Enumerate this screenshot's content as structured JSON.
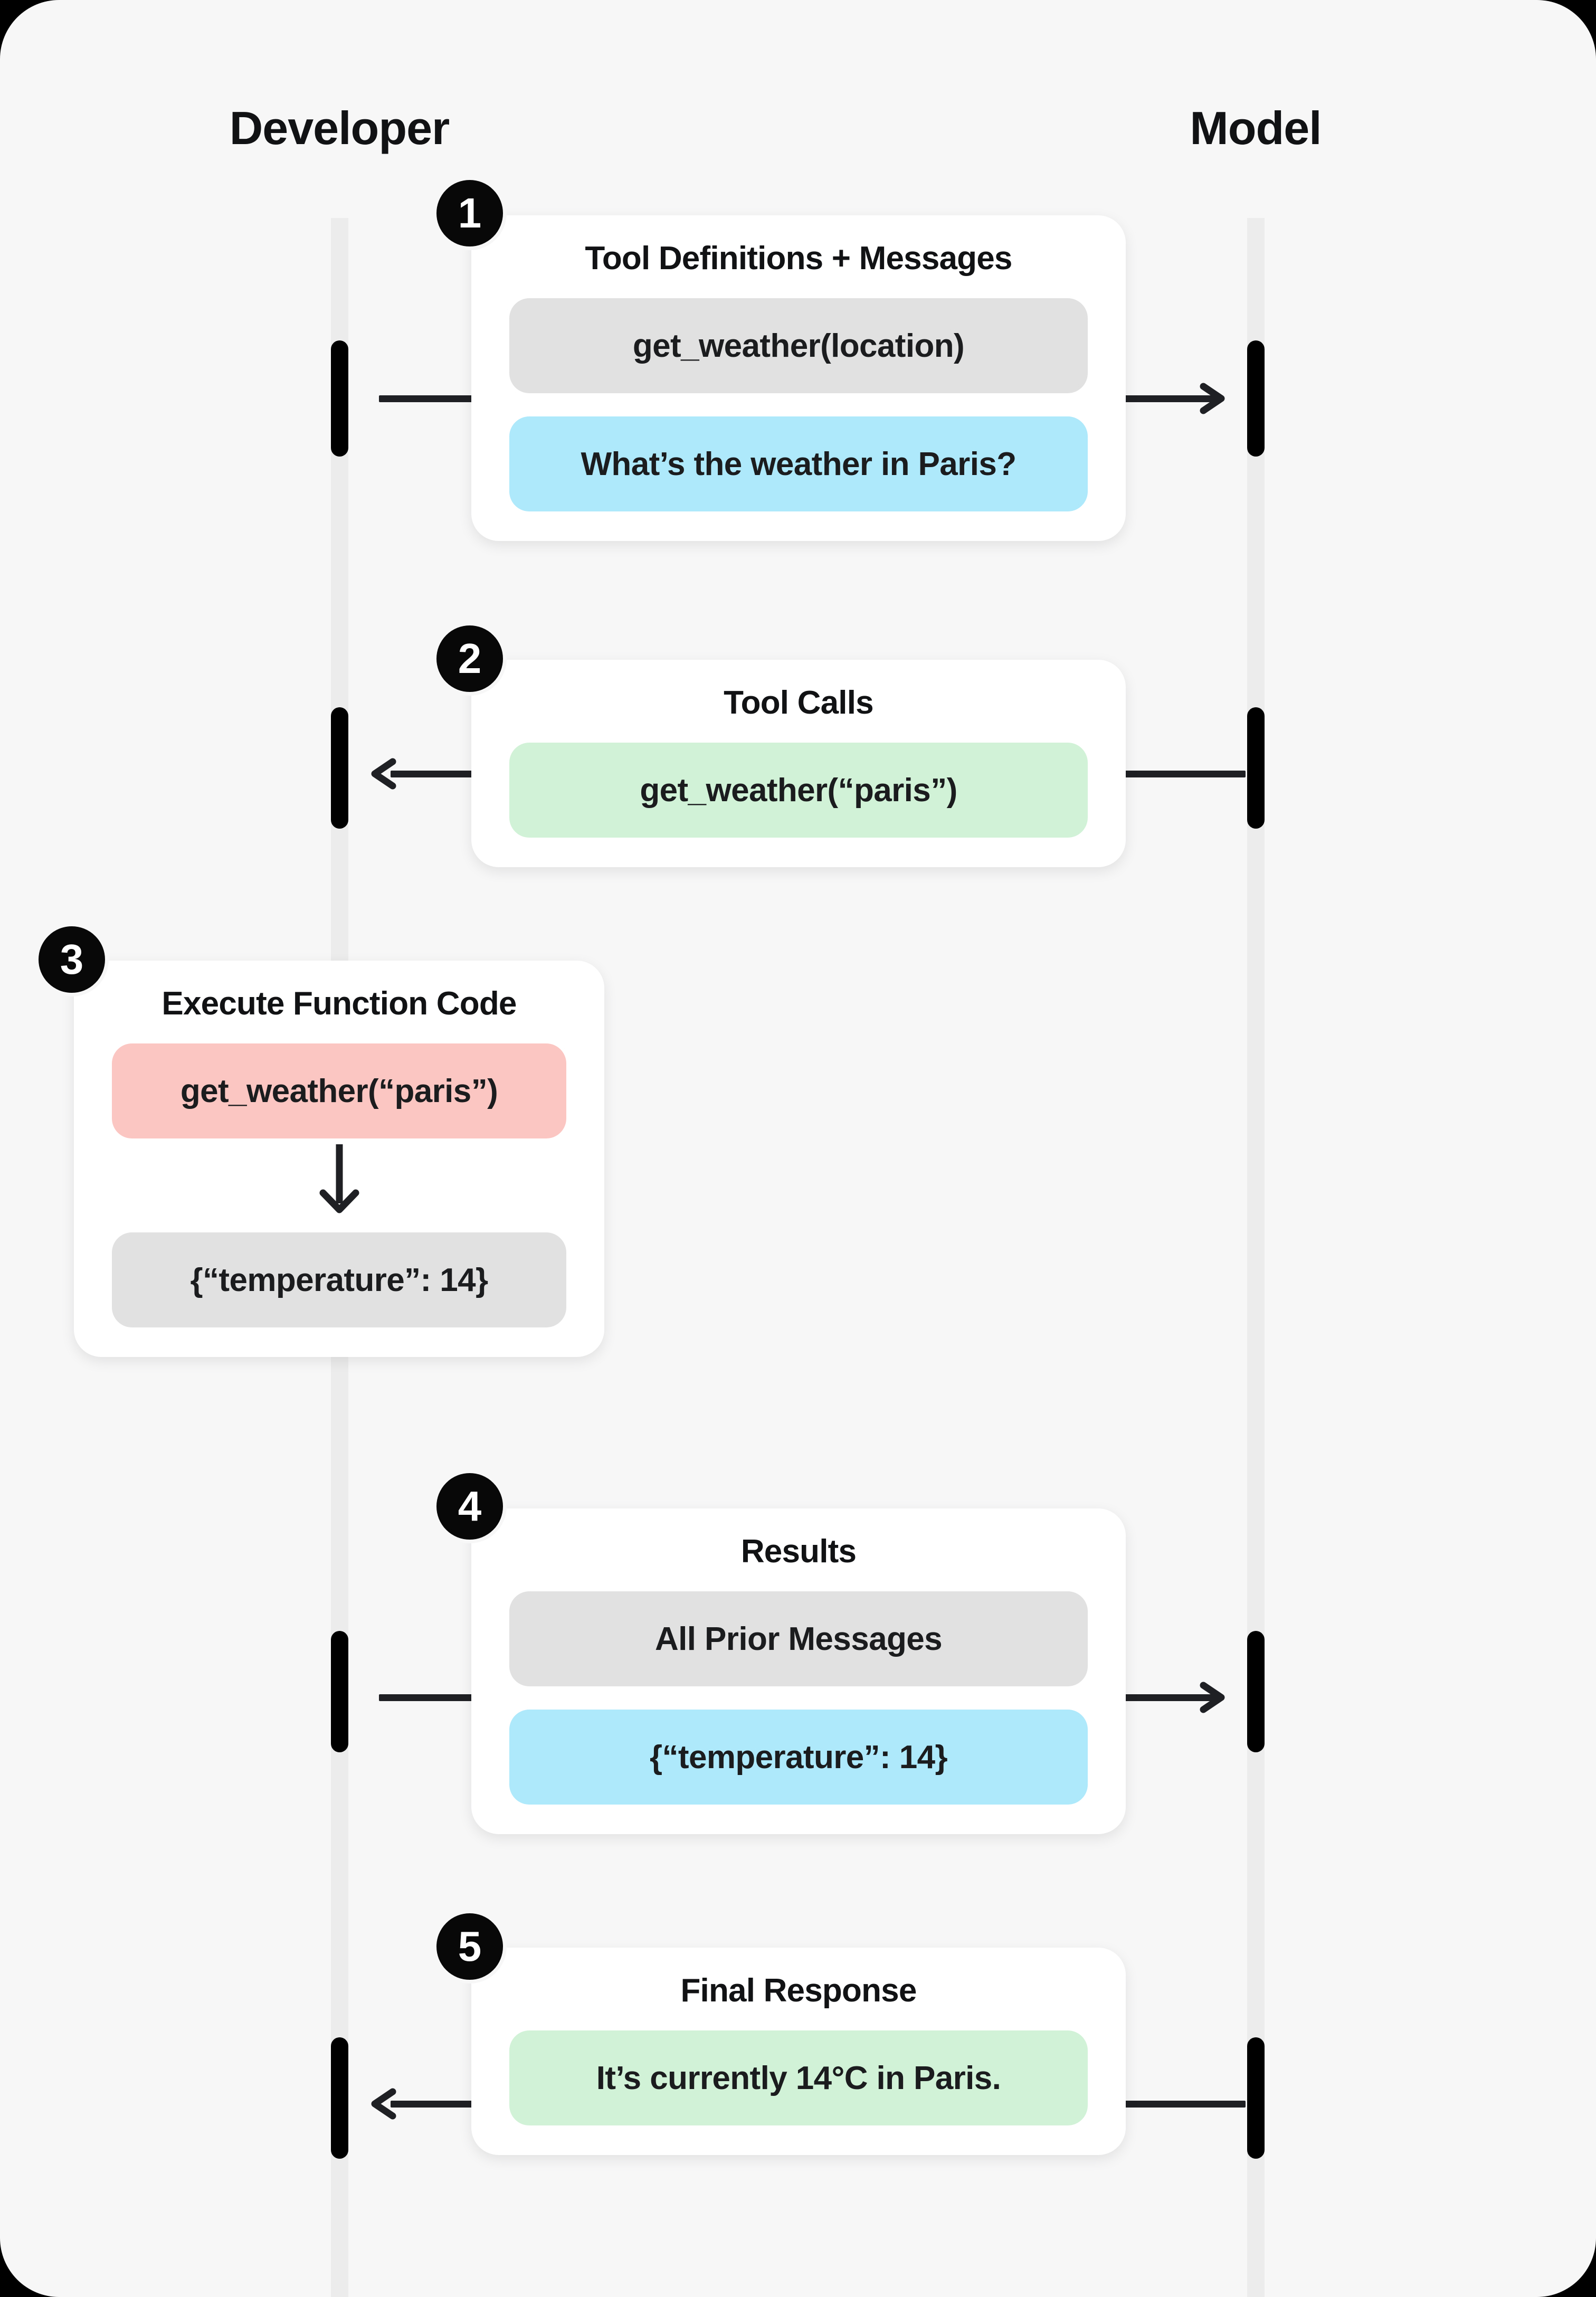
{
  "columns": {
    "left_label": "Developer",
    "right_label": "Model"
  },
  "colors": {
    "background": "#F7F7F8",
    "lifeline": "#ECECEC",
    "activation": "#000000",
    "connector": "#1F2023",
    "card": "#FFFFFF",
    "pill_gray": "#E1E1E1",
    "pill_blue": "#ADE8FB",
    "pill_green": "#D2F2D8",
    "pill_pink": "#FBC6C2",
    "badge": "#080808",
    "text": "#111214"
  },
  "steps": [
    {
      "number": "1",
      "title": "Tool Definitions + Messages",
      "direction": "right",
      "pills": [
        {
          "text": "get_weather(location)",
          "color": "gray"
        },
        {
          "text": "What’s the weather in Paris?",
          "color": "blue"
        }
      ]
    },
    {
      "number": "2",
      "title": "Tool Calls",
      "direction": "left",
      "pills": [
        {
          "text": "get_weather(“paris”)",
          "color": "green"
        }
      ]
    },
    {
      "number": "3",
      "title": "Execute Function Code",
      "direction": "none",
      "pills": [
        {
          "text": "get_weather(“paris”)",
          "color": "pink"
        },
        {
          "text": "{“temperature”: 14}",
          "color": "gray"
        }
      ]
    },
    {
      "number": "4",
      "title": "Results",
      "direction": "right",
      "pills": [
        {
          "text": "All Prior Messages",
          "color": "gray"
        },
        {
          "text": "{“temperature”: 14}",
          "color": "blue"
        }
      ]
    },
    {
      "number": "5",
      "title": "Final Response",
      "direction": "left",
      "pills": [
        {
          "text": "It’s currently 14°C in Paris.",
          "color": "green"
        }
      ]
    }
  ]
}
